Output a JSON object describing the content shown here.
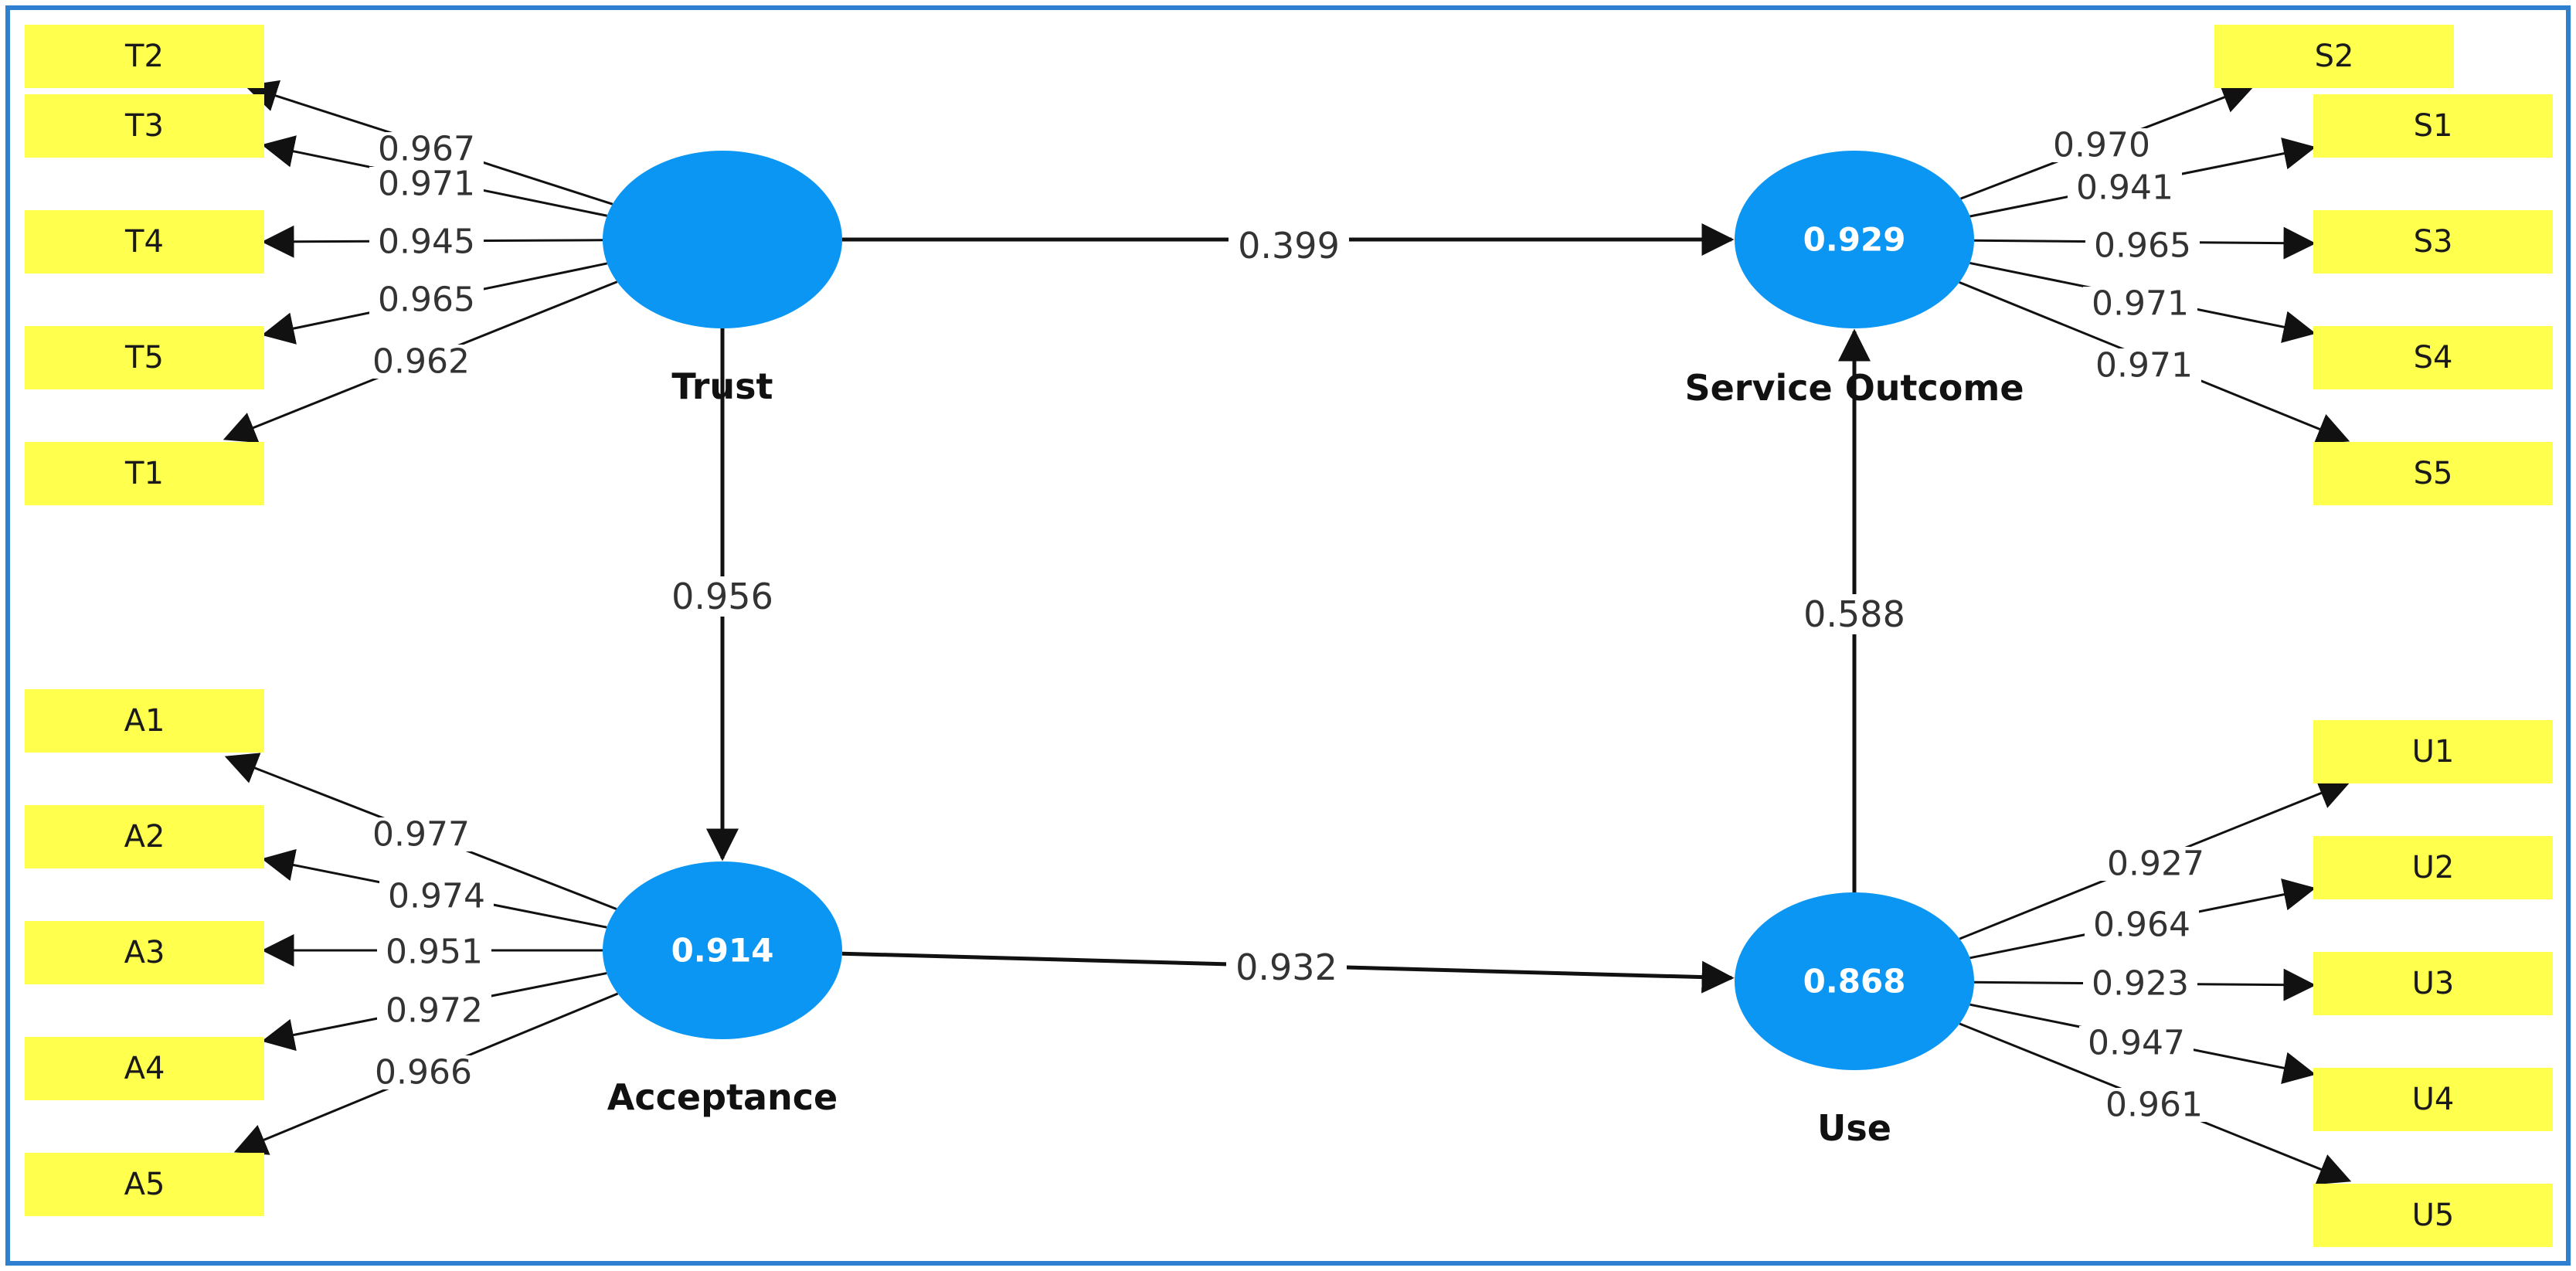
{
  "colors": {
    "frame": "#2f7fd1",
    "construct_fill": "#0b96f3",
    "indicator_fill": "#ffff4d",
    "edge": "#111111",
    "label_bg": "#ffffff"
  },
  "constructs": [
    {
      "id": "trust",
      "name": "Trust",
      "value": ""
    },
    {
      "id": "service",
      "name": "Service Outcome",
      "value": "0.929"
    },
    {
      "id": "acceptance",
      "name": "Acceptance",
      "value": "0.914"
    },
    {
      "id": "use",
      "name": "Use",
      "value": "0.868"
    }
  ],
  "structural_paths": [
    {
      "from": "trust",
      "to": "service",
      "coefficient": "0.399"
    },
    {
      "from": "trust",
      "to": "acceptance",
      "coefficient": "0.956"
    },
    {
      "from": "acceptance",
      "to": "use",
      "coefficient": "0.932"
    },
    {
      "from": "use",
      "to": "service",
      "coefficient": "0.588"
    }
  ],
  "indicators": [
    {
      "id": "T2",
      "label": "T2",
      "construct": "trust",
      "loading": "0.967"
    },
    {
      "id": "T3",
      "label": "T3",
      "construct": "trust",
      "loading": "0.971"
    },
    {
      "id": "T4",
      "label": "T4",
      "construct": "trust",
      "loading": "0.945"
    },
    {
      "id": "T5",
      "label": "T5",
      "construct": "trust",
      "loading": "0.965"
    },
    {
      "id": "T1",
      "label": "T1",
      "construct": "trust",
      "loading": "0.962"
    },
    {
      "id": "S2",
      "label": "S2",
      "construct": "service",
      "loading": "0.970"
    },
    {
      "id": "S1",
      "label": "S1",
      "construct": "service",
      "loading": "0.941"
    },
    {
      "id": "S3",
      "label": "S3",
      "construct": "service",
      "loading": "0.965"
    },
    {
      "id": "S4",
      "label": "S4",
      "construct": "service",
      "loading": "0.971"
    },
    {
      "id": "S5",
      "label": "S5",
      "construct": "service",
      "loading": "0.971"
    },
    {
      "id": "A1",
      "label": "A1",
      "construct": "acceptance",
      "loading": "0.977"
    },
    {
      "id": "A2",
      "label": "A2",
      "construct": "acceptance",
      "loading": "0.974"
    },
    {
      "id": "A3",
      "label": "A3",
      "construct": "acceptance",
      "loading": "0.951"
    },
    {
      "id": "A4",
      "label": "A4",
      "construct": "acceptance",
      "loading": "0.972"
    },
    {
      "id": "A5",
      "label": "A5",
      "construct": "acceptance",
      "loading": "0.966"
    },
    {
      "id": "U1",
      "label": "U1",
      "construct": "use",
      "loading": "0.927"
    },
    {
      "id": "U2",
      "label": "U2",
      "construct": "use",
      "loading": "0.964"
    },
    {
      "id": "U3",
      "label": "U3",
      "construct": "use",
      "loading": "0.923"
    },
    {
      "id": "U4",
      "label": "U4",
      "construct": "use",
      "loading": "0.947"
    },
    {
      "id": "U5",
      "label": "U5",
      "construct": "use",
      "loading": "0.961"
    }
  ]
}
